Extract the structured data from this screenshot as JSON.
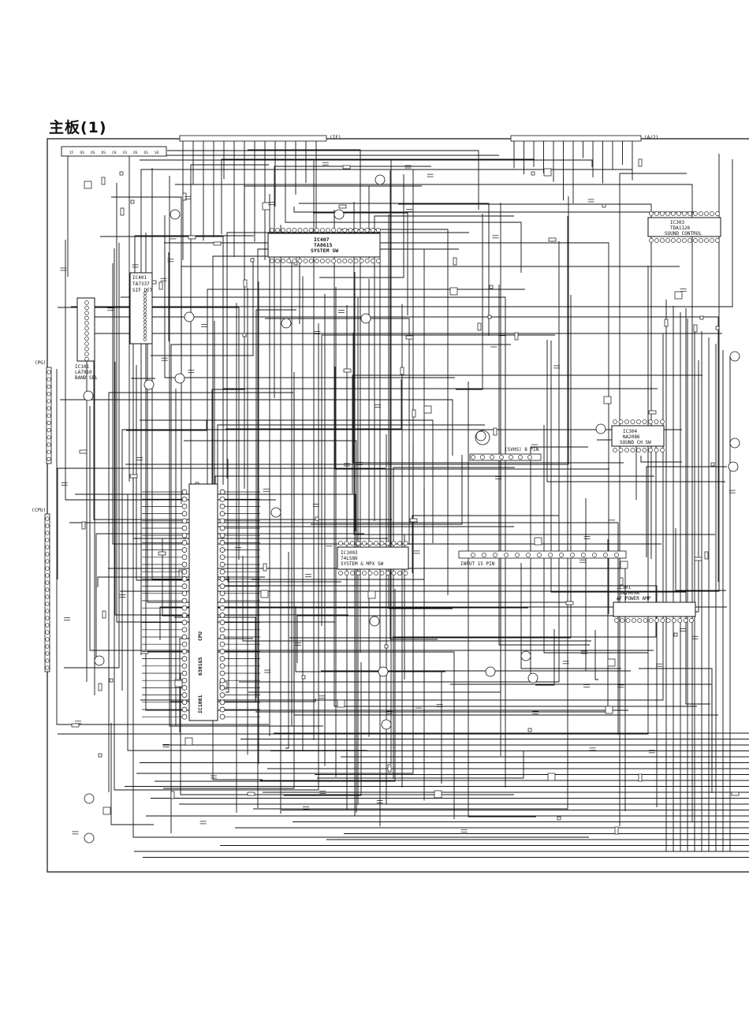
{
  "page_title": "主板(1)",
  "connectors": {
    "top_left": "(IF)",
    "top_right": "(A/2)",
    "left_upper": "(PG)",
    "left_lower": "(CPU)"
  },
  "ics": [
    {
      "key": "ic407",
      "ref": "IC407",
      "part": "TA8615",
      "func": "SYSTEM SW"
    },
    {
      "key": "ic401",
      "ref": "IC401",
      "part": "TA7337",
      "func": "SIF DET"
    },
    {
      "key": "ic101",
      "ref": "IC101",
      "part": "LA7910",
      "func": "BAND SEL"
    },
    {
      "key": "ic303",
      "ref": "IC303",
      "part": "TDA1126",
      "func": "SOUND CONTROL"
    },
    {
      "key": "ic304",
      "ref": "IC304",
      "part": "NA2086",
      "func": "SOUND CH SW"
    },
    {
      "key": "ic1003",
      "ref": "IC1003",
      "part": "74LS86",
      "func": "SYSTEM & MPX SW"
    },
    {
      "key": "ic301",
      "ref": "IC301",
      "part": "TDA2009A",
      "func": "AF POWER AMP"
    },
    {
      "key": "ic1001",
      "ref": "IC1001",
      "part": "6301G5",
      "func": "CPU"
    }
  ],
  "jacks": {
    "svhs": "(SVHS) 8 PIN",
    "input": "INPUT 15 PIN"
  },
  "tuner_pins": [
    "IF",
    "OS",
    "OS",
    "OS",
    "CH",
    "CH",
    "OS",
    "OS",
    "SO"
  ]
}
